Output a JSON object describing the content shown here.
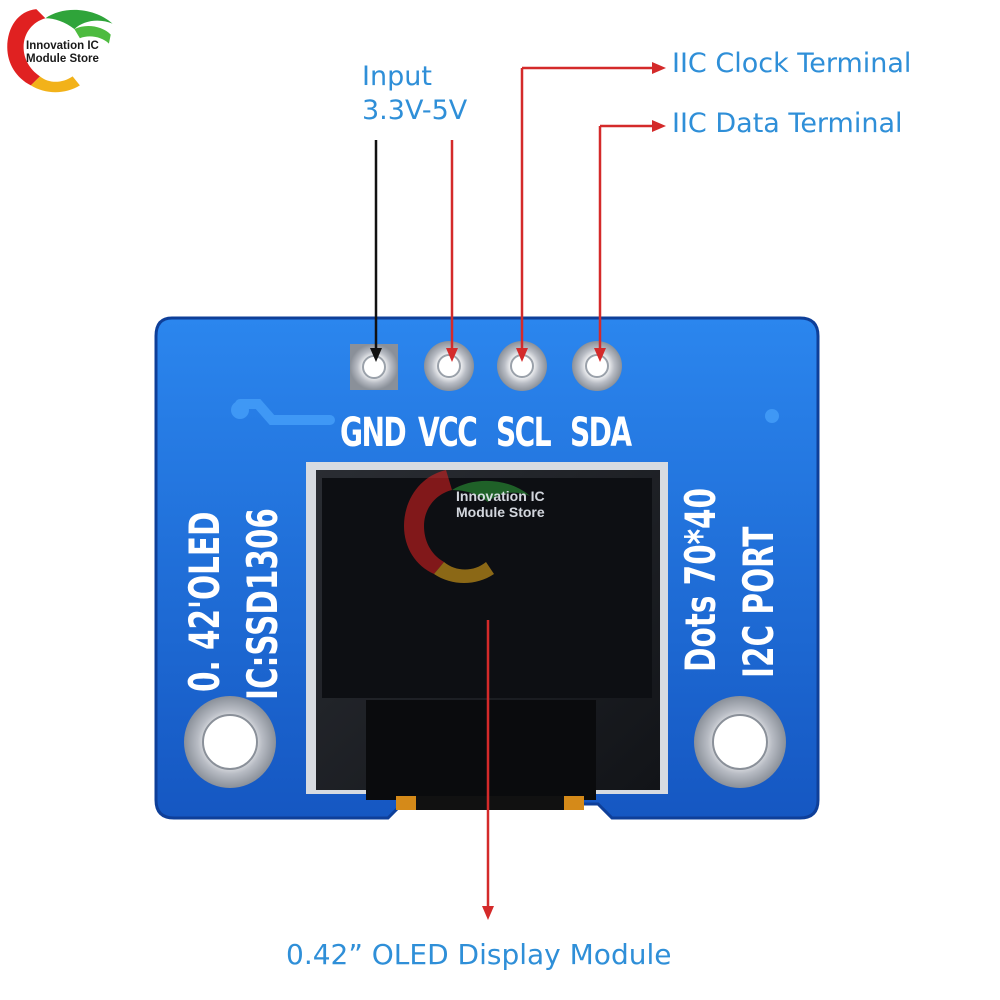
{
  "logo": {
    "line1": "Innovation IC",
    "line2": "Module Store"
  },
  "callouts": {
    "input_line1": "Input",
    "input_line2": "3.3V-5V",
    "clock": "IIC Clock Terminal",
    "data": "IIC Data Terminal",
    "module": "0.42”  OLED Display Module"
  },
  "board": {
    "pins": [
      "GND",
      "VCC",
      "SCL",
      "SDA"
    ],
    "left_text_1": "0. 42'OLED",
    "left_text_2": "IC:SSD1306",
    "right_text_1": "Dots 70*40",
    "right_text_2": "I2C PORT",
    "watermark_line1": "Innovation IC",
    "watermark_line2": "Module Store"
  },
  "colors": {
    "board_blue": "#1f6fd6",
    "callout_blue": "#2f8fd8",
    "arrow_red": "#d42a2a"
  }
}
